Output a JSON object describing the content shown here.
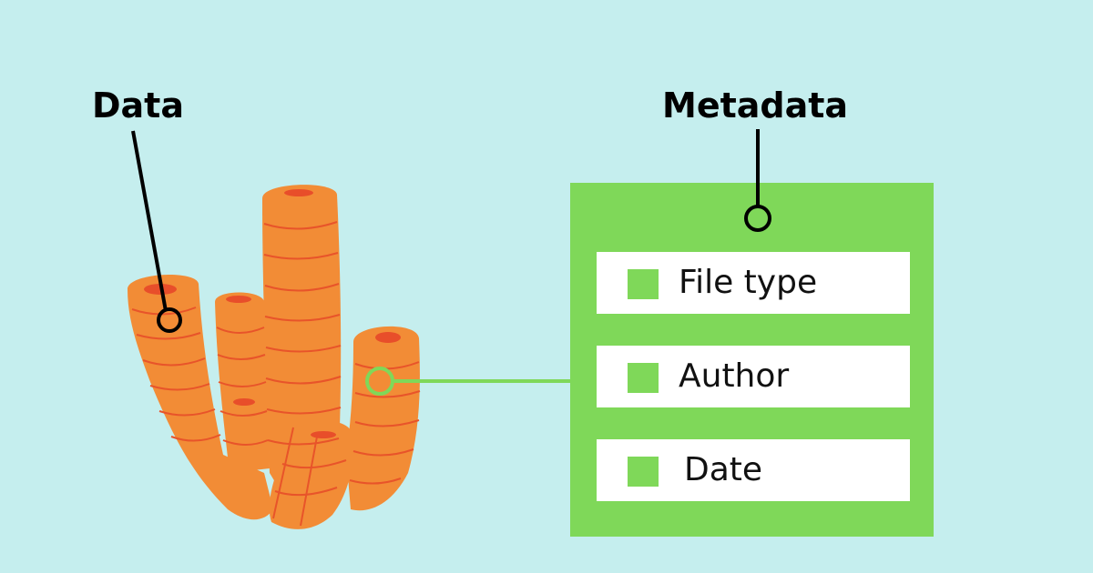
{
  "colors": {
    "background": "#c5eeee",
    "panel": "#7fd859",
    "row": "#ffffff",
    "coral": "#f28c36",
    "coral_stripe": "#e8542a",
    "coral_tip": "#e84e2a",
    "connector": "#7fd859",
    "leader": "#000000"
  },
  "labels": {
    "data": "Data",
    "metadata": "Metadata"
  },
  "metadata_items": [
    {
      "label": "File type",
      "icon": "green-square-icon"
    },
    {
      "label": "Author",
      "icon": "green-square-icon"
    },
    {
      "label": "Date",
      "icon": "green-square-icon"
    }
  ]
}
